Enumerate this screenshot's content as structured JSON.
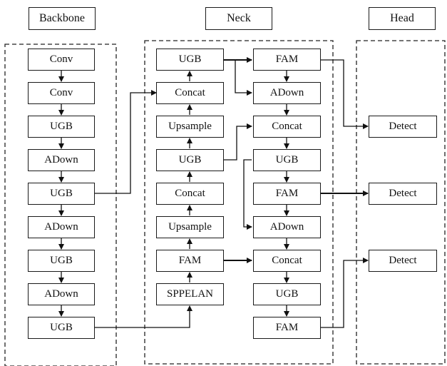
{
  "headers": {
    "backbone": "Backbone",
    "neck": "Neck",
    "head": "Head"
  },
  "backbone": [
    "Conv",
    "Conv",
    "UGB",
    "ADown",
    "UGB",
    "ADown",
    "UGB",
    "ADown",
    "UGB"
  ],
  "neck_left": [
    "UGB",
    "Concat",
    "Upsample",
    "UGB",
    "Concat",
    "Upsample",
    "FAM",
    "SPPELAN"
  ],
  "neck_right": [
    "FAM",
    "ADown",
    "Concat",
    "UGB",
    "FAM",
    "ADown",
    "Concat",
    "UGB",
    "FAM"
  ],
  "head": [
    "Detect",
    "Detect",
    "Detect"
  ]
}
